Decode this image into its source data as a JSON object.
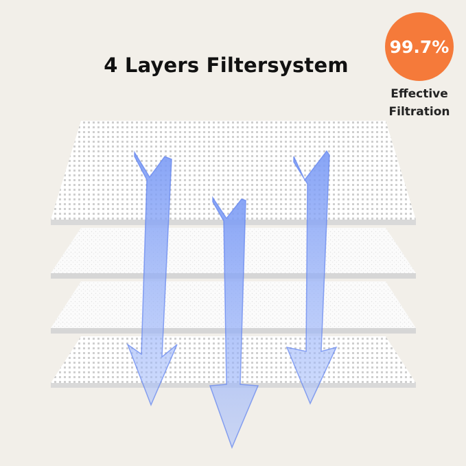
{
  "headline": "4 Layers Filtersystem",
  "badge": {
    "value": "99.7%",
    "caption_line1": "Effective",
    "caption_line2": "Filtration",
    "color": "#f57a3a"
  },
  "illustration": {
    "layer_count": 4,
    "arrow_color": "#6f8ff0",
    "icon": "filter-layers-with-airflow-arrows"
  }
}
